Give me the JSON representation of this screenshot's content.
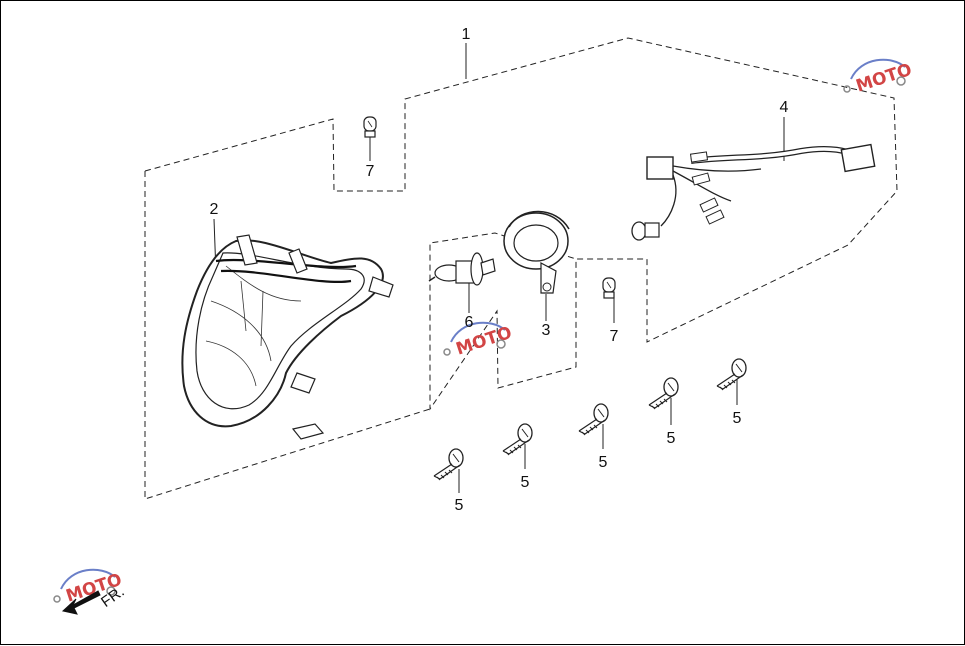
{
  "labels": {
    "l1": "1",
    "l2": "2",
    "l3": "3",
    "l4": "4",
    "l5a": "5",
    "l5b": "5",
    "l5c": "5",
    "l5d": "5",
    "l5e": "5",
    "l6": "6",
    "l7a": "7",
    "l7b": "7"
  },
  "direction": "FR.",
  "watermark": "MOTO",
  "colors": {
    "line": "#222222",
    "watermark_red": "#d24545",
    "watermark_blue": "#6a7fc8"
  }
}
